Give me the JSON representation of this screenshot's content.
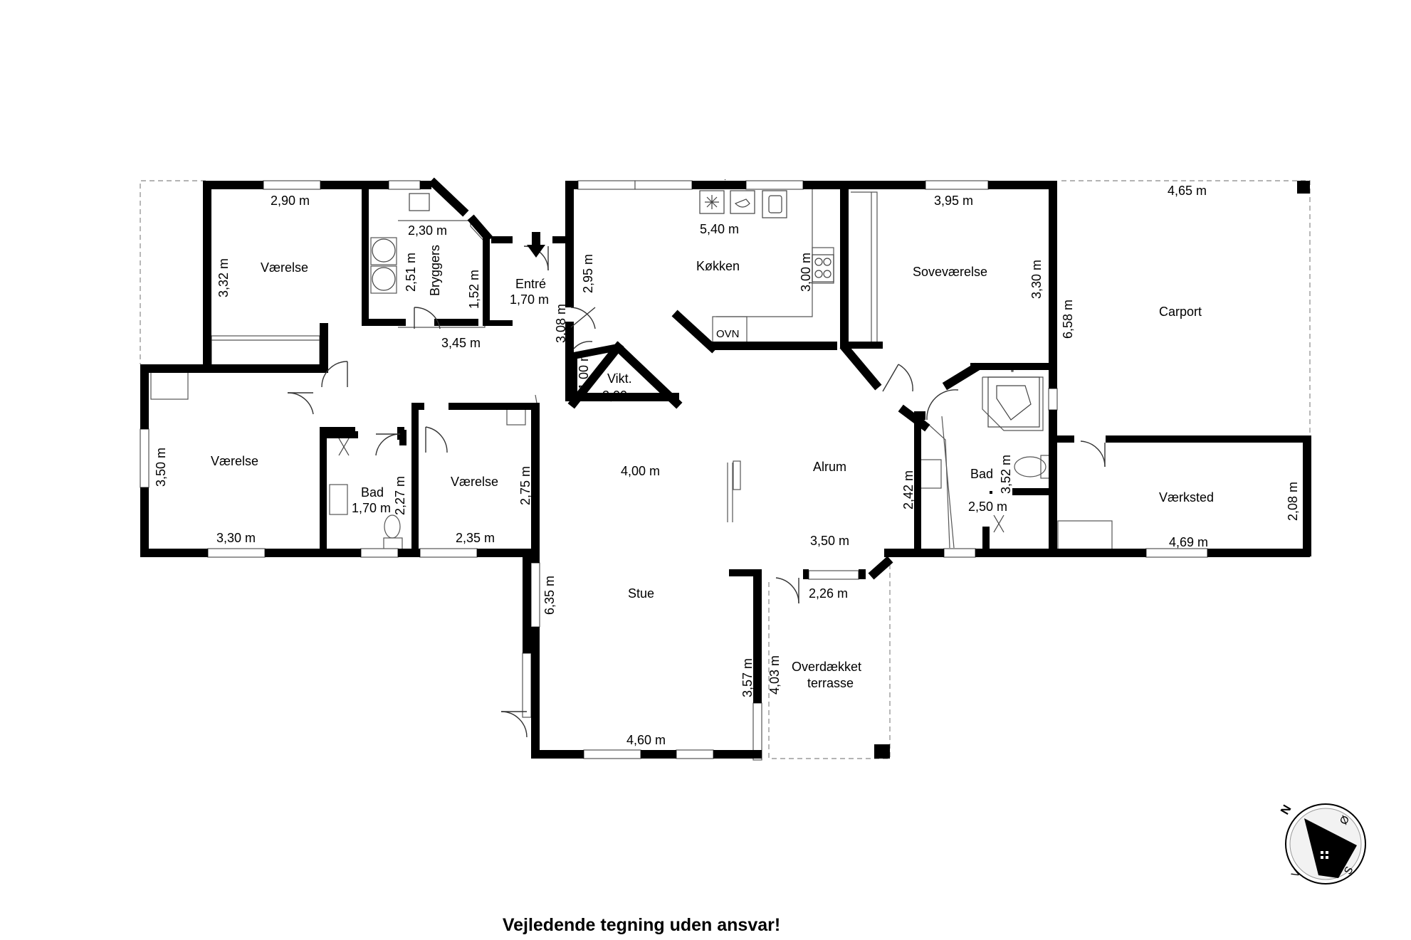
{
  "rooms": {
    "vaerelse_1": "Værelse",
    "bryggers": "Bryggers",
    "entre": "Entré",
    "entre_dim": "1,70 m",
    "koekken": "Køkken",
    "ovn": "OVN",
    "sovevaerelse": "Soveværelse",
    "carport": "Carport",
    "vaerelse_2": "Værelse",
    "bad_1": "Bad",
    "bad_1_dim": "1,70 m",
    "vaerelse_3": "Værelse",
    "vikt": "Vikt.",
    "vikt_dim": "2,00 m",
    "alrum": "Alrum",
    "bad_2": "Bad",
    "vaerksted": "Værksted",
    "stue": "Stue",
    "terrasse_line1": "Overdækket",
    "terrasse_line2": "terrasse"
  },
  "dimensions": {
    "v1_width": "2,90 m",
    "v1_height": "3,32 m",
    "bryggers_width": "2,30 m",
    "bryggers_height": "2,51 m",
    "bryggers_side": "1,52 m",
    "hall_width": "3,45 m",
    "koekken_width": "5,40 m",
    "koekken_left": "2,95 m",
    "koekken_right": "3,00 m",
    "hall_height": "3,08 m",
    "vikt_height": "1,00 m",
    "sove_width": "3,95 m",
    "sove_height": "3,30 m",
    "carport_width": "4,65 m",
    "carport_height": "6,58 m",
    "v2_height": "3,50 m",
    "v2_width": "3,30 m",
    "bad1_height": "2,27 m",
    "v3_height": "2,75 m",
    "v3_width": "2,35 m",
    "stue_top": "4,00 m",
    "alrum_height": "2,42 m",
    "alrum_width": "3,50 m",
    "bad2_height": "3,52 m",
    "bad2_width": "2,50 m",
    "vaerksted_height": "2,08 m",
    "vaerksted_width": "4,69 m",
    "stue_height": "6,35 m",
    "alrum_bottom": "2,26 m",
    "terrasse_left": "3,57 m",
    "terrasse_right": "4,03 m",
    "stue_width": "4,60 m"
  },
  "compass": {
    "n": "N",
    "o": "Ø",
    "s": "S",
    "v": "V"
  },
  "disclaimer": "Vejledende tegning uden ansvar!"
}
